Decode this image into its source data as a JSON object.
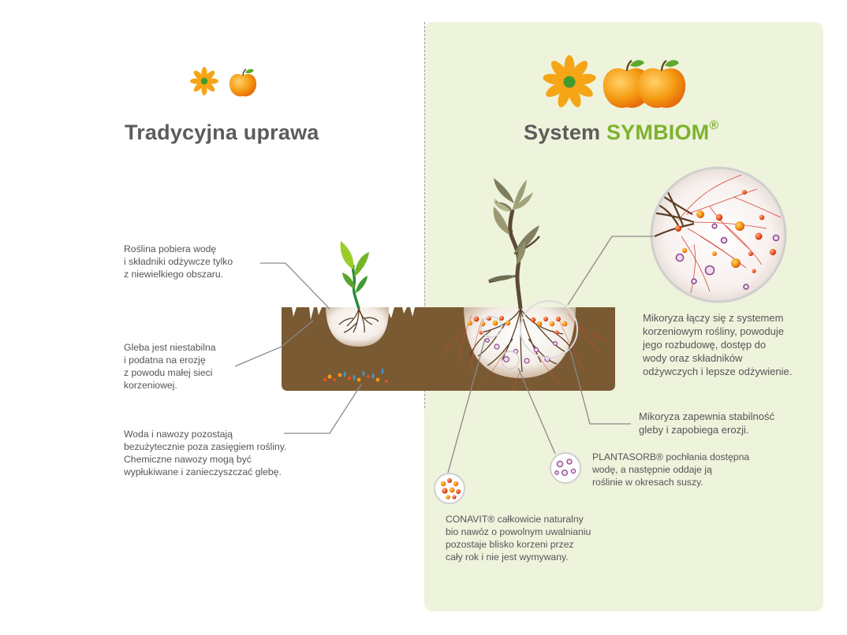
{
  "left": {
    "title": "Tradycyjna uprawa",
    "labels": {
      "water_uptake": "Roślina pobiera wodę\ni składniki odżywcze tylko\nz niewielkiego obszaru.",
      "unstable_soil": "Gleba jest niestabilna\ni podatna na erozję\nz powodu małej sieci\nkorzeniowej.",
      "unused_fertilizer": "Woda i nawozy pozostają\nbezużytecznie poza zasięgiem rośliny.\nChemiczne nawozy mogą być\nwypłukiwane i zanieczyszczać glebę."
    }
  },
  "right": {
    "title_prefix": "System ",
    "title_accent": "SYMBIOM",
    "title_mark": "®",
    "labels": {
      "mycorrhiza_roots": "Mikoryza łączy się z systemem\nkorzeniowym rośliny, powoduje\njego rozbudowę, dostęp do\nwody oraz składników\nodżywczych i lepsze odżywienie.",
      "mycorrhiza_stability": "Mikoryza zapewnia stabilność\ngleby i zapobiega erozji.",
      "plantasorb": "PLANTASORB® pochłania dostępna\nwodę, a następnie oddaje ją\nroślinie w okresach suszy.",
      "conavit": "CONAVIT® całkowicie naturalny\nbio nawóz o powolnym uwalnianiu\npozostaje blisko korzeni  przez\ncały rok i nie jest wymywany."
    }
  },
  "colors": {
    "accent_green": "#7cb32d",
    "soil": "#7a5a33",
    "panel": "#eef3dc",
    "orange": "#f39a16",
    "red_orange": "#e8501e",
    "purple": "#8e4a8e",
    "water_blue": "#3d9ad6",
    "leader_line": "#8a8a8a"
  },
  "icons": {
    "left": [
      "flower-icon",
      "apple-icon"
    ],
    "right": [
      "flower-icon",
      "apple-icon",
      "apple-icon"
    ]
  }
}
